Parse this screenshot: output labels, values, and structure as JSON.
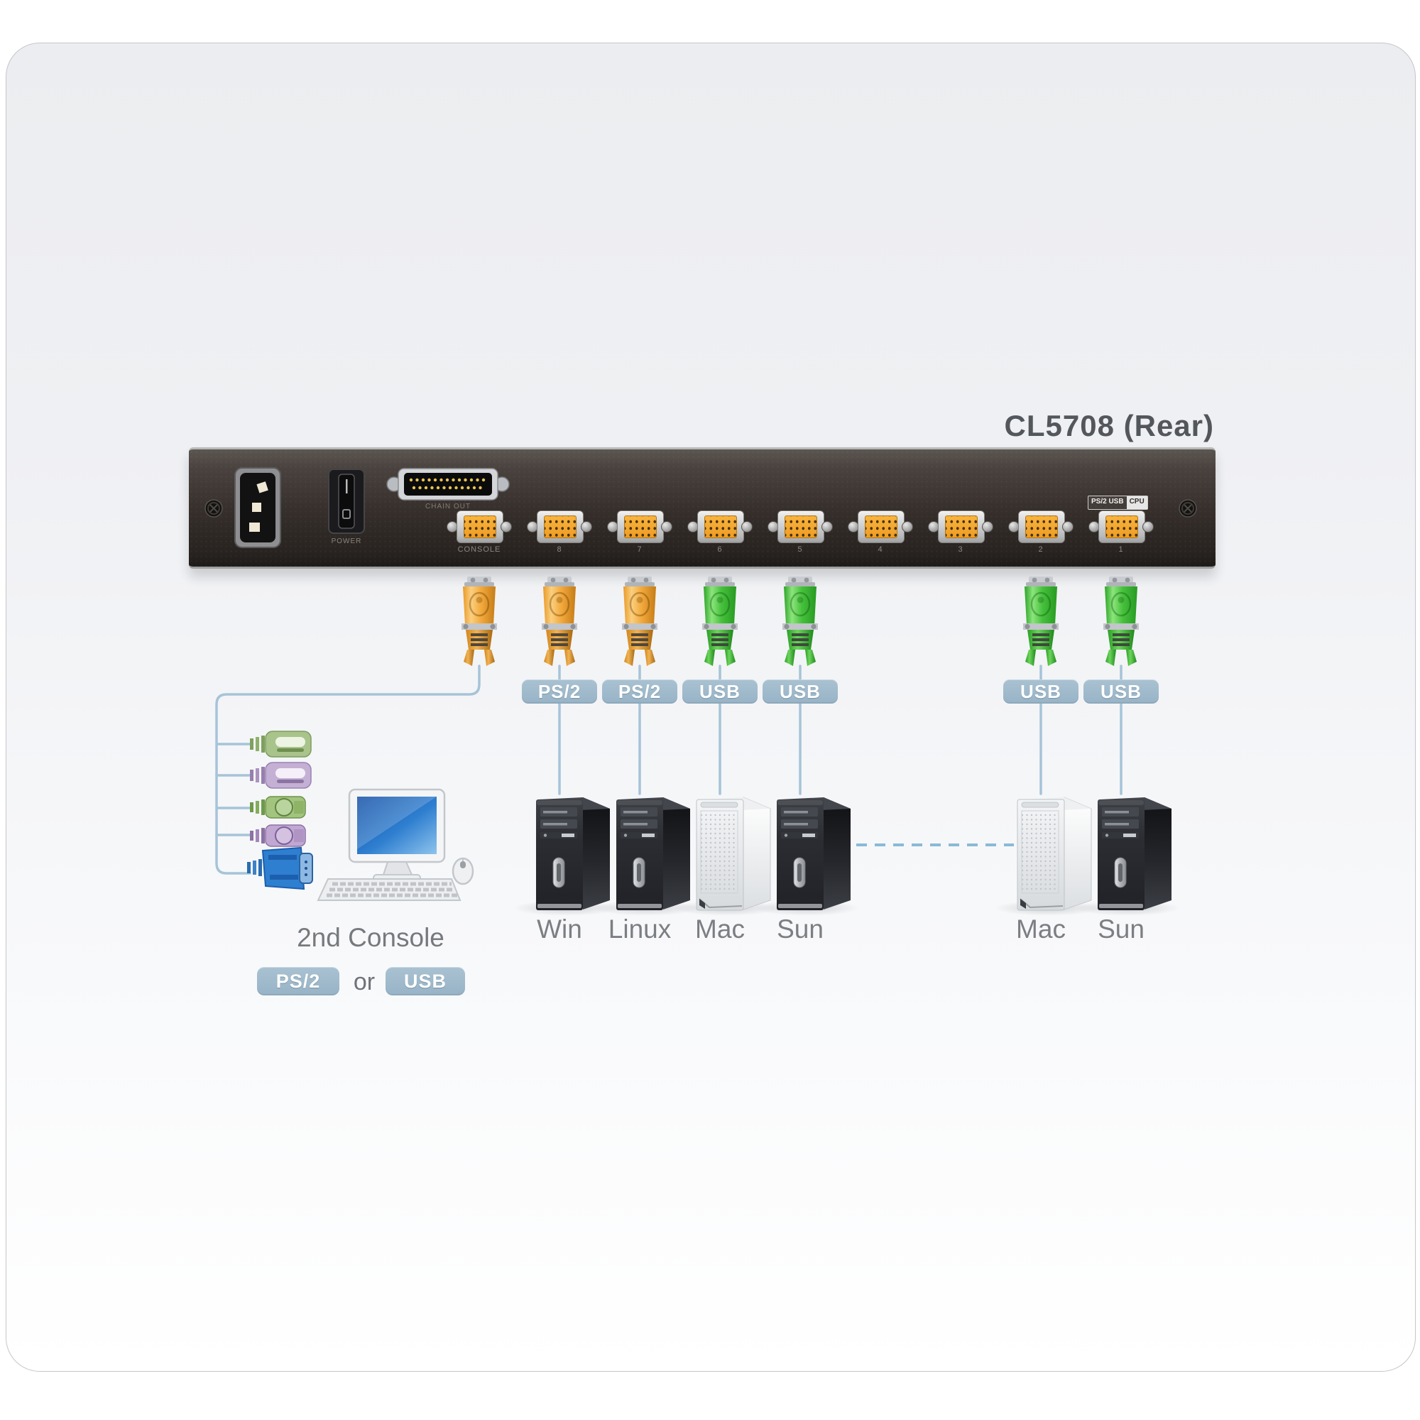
{
  "title": "CL5708 (Rear)",
  "device": {
    "power_switch_label": "POWER",
    "chain_port_label": "CHAIN OUT",
    "cpu_port_badge": {
      "left": "PS/2 USB",
      "right": "CPU"
    },
    "ports": [
      {
        "label": "CONSOLE"
      },
      {
        "label": "8"
      },
      {
        "label": "7"
      },
      {
        "label": "6"
      },
      {
        "label": "5"
      },
      {
        "label": "4"
      },
      {
        "label": "3"
      },
      {
        "label": "2"
      },
      {
        "label": "1"
      }
    ]
  },
  "cables": {
    "console_connector": "orange-sphd",
    "cpu_links": [
      {
        "badge": "PS/2",
        "connector": "orange-sphd"
      },
      {
        "badge": "PS/2",
        "connector": "orange-sphd"
      },
      {
        "badge": "USB",
        "connector": "green-sphd"
      },
      {
        "badge": "USB",
        "connector": "green-sphd"
      },
      {
        "badge": "USB",
        "connector": "green-sphd"
      },
      {
        "badge": "USB",
        "connector": "green-sphd"
      }
    ]
  },
  "second_console": {
    "label": "2nd Console",
    "option_a": "PS/2",
    "joiner": "or",
    "option_b": "USB"
  },
  "computers": [
    {
      "label": "Win",
      "style": "dark"
    },
    {
      "label": "Linux",
      "style": "dark"
    },
    {
      "label": "Mac",
      "style": "light"
    },
    {
      "label": "Sun",
      "style": "dark"
    },
    {
      "label": "Mac",
      "style": "light"
    },
    {
      "label": "Sun",
      "style": "dark"
    }
  ],
  "colors": {
    "ps2_connector": "#f0a43c",
    "usb_connector": "#46c13c",
    "badge": "#9fb9ca",
    "cable_line": "#a6c4d8",
    "panel": "#332e2a",
    "title_text": "#53575c"
  }
}
